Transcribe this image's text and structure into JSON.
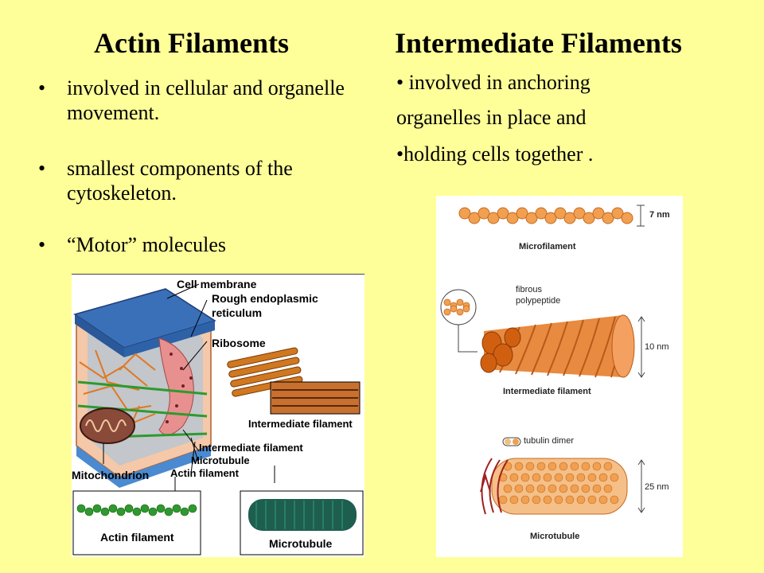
{
  "left": {
    "title": "Actin Filaments",
    "bullets": [
      {
        "dot": "•",
        "text": "involved in cellular and organelle movement."
      },
      {
        "dot": "•",
        "text": "smallest components of the cytoskeleton."
      },
      {
        "dot": "•",
        "text": "“Motor” molecules"
      }
    ],
    "figure_labels": {
      "cell_membrane": "Cell membrane",
      "rough_er_1": "Rough endoplasmic",
      "rough_er_2": "reticulum",
      "ribosome": "Ribosome",
      "intermediate_filament_a": "Intermediate filament",
      "intermediate_filament_b": "Intermediate filament",
      "microtubule": "Microtubule",
      "mitochondrion": "Mitochondrion",
      "actin_filament_a": "Actin filament",
      "actin_filament_b": "Actin filament",
      "microtubule_b": "Microtubule"
    }
  },
  "right": {
    "title": "Intermediate Filaments",
    "lines": [
      "• involved in anchoring",
      "organelles in place and",
      "•holding cells together ."
    ],
    "figure_labels": {
      "size_7": "7 nm",
      "microfilament": "Microfilament",
      "fibrous": "fibrous",
      "polypeptide": "polypeptide",
      "size_10": "10 nm",
      "intermediate_filament": "Intermediate filament",
      "tubulin_dimer": "tubulin dimer",
      "size_25": "25 nm",
      "microtubule": "Microtubule"
    }
  },
  "colors": {
    "background": "#FFFF99",
    "bead": "#F0A050",
    "bead_dark": "#C86820",
    "actin_green": "#2E9A2E",
    "microtubule_green": "#1E5E4E",
    "membrane_blue": "#3A70B8"
  }
}
